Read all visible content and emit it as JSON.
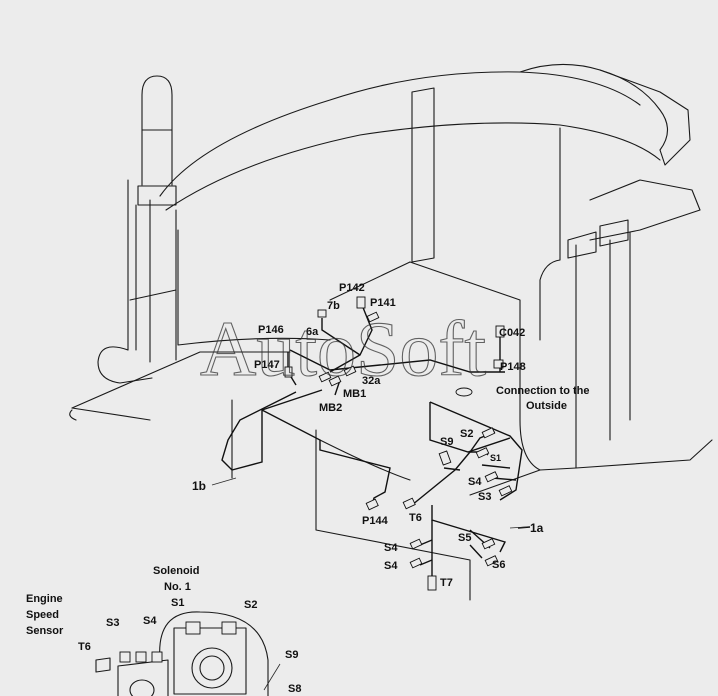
{
  "watermark": "AutoSoft",
  "labels": {
    "p142": "P142",
    "p141": "P141",
    "n7b": "7b",
    "n6a": "6a",
    "p146": "P146",
    "p147": "P147",
    "n32a": "32a",
    "mb1": "MB1",
    "mb2": "MB2",
    "c042": "C042",
    "p148": "P148",
    "conn_line1": "Connection to the",
    "conn_line2": "Outside",
    "s9_upper": "S9",
    "s2_upper": "S2",
    "s1_upper": "S1",
    "s4_upper": "S4",
    "s3_upper": "S3",
    "n1b": "1b",
    "p144": "P144",
    "t6_mid": "T6",
    "n1a": "1a",
    "s5_lower": "S5",
    "s4_lower_a": "S4",
    "s4_lower_b": "S4",
    "s6_lower": "S6",
    "t7": "T7",
    "solenoid_line1": "Solenoid",
    "solenoid_line2": "No. 1",
    "s1_inset": "S1",
    "s2_inset": "S2",
    "engine_line1": "Engine",
    "engine_line2": "Speed",
    "engine_line3": "Sensor",
    "s3_inset": "S3",
    "s4_inset": "S4",
    "t6_inset": "T6",
    "s9_inset": "S9",
    "s8_inset": "S8"
  }
}
